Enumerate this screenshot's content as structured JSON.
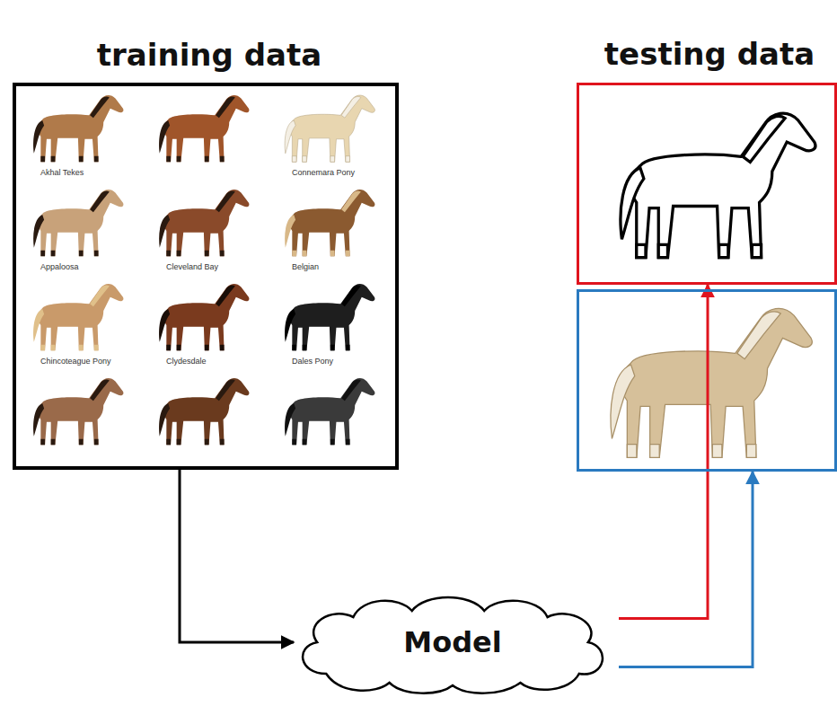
{
  "diagram": {
    "nodes": [
      {
        "text": [
          "training data"
        ]
      },
      {
        "text": [
          "testing data"
        ]
      },
      {
        "text": []
      },
      {
        "text": [
          "Model"
        ]
      }
    ],
    "edges": [
      {
        "from": 0,
        "to": 3,
        "arrow": "to"
      },
      {
        "from": 3,
        "to": 1,
        "arrow": "to"
      },
      {
        "from": 3,
        "to": 2,
        "arrow": "to"
      }
    ],
    "labels": [
      "Akhal Tekes",
      "Connemara Pony",
      "Appaloosa",
      "Cleveland Bay",
      "Belgian",
      "Chincoteague Pony",
      "Clydesdale",
      "Dales Pony"
    ]
  }
}
